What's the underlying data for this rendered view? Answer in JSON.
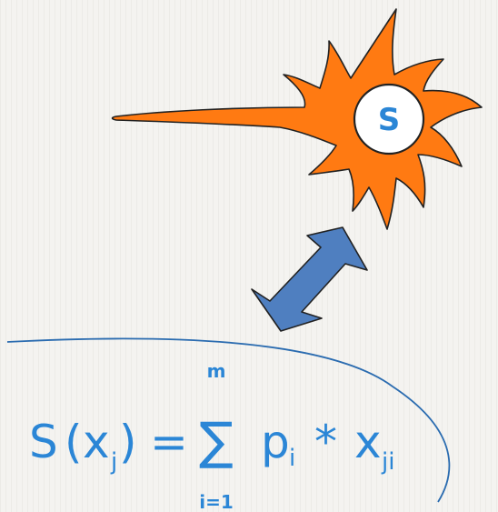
{
  "neuron": {
    "label": "S",
    "body_color": "#ff7a12",
    "outline_color": "#222222",
    "nucleus_fill": "#ffffff",
    "label_color": "#2b86d6"
  },
  "arrow": {
    "color": "#4f7fc0",
    "outline_color": "#222222"
  },
  "formula": {
    "color": "#2b86d6",
    "lhs_fn": "S",
    "lhs_open": "(",
    "lhs_var": "x",
    "lhs_sub": "j",
    "lhs_close": ")",
    "equals": "=",
    "sum_symbol": "∑",
    "sum_upper": "m",
    "sum_lower": "i=1",
    "term1": "p",
    "term1_sub": "i",
    "times": "*",
    "term2": "x",
    "term2_sub": "ji"
  },
  "curve_color": "#2b6cb0"
}
